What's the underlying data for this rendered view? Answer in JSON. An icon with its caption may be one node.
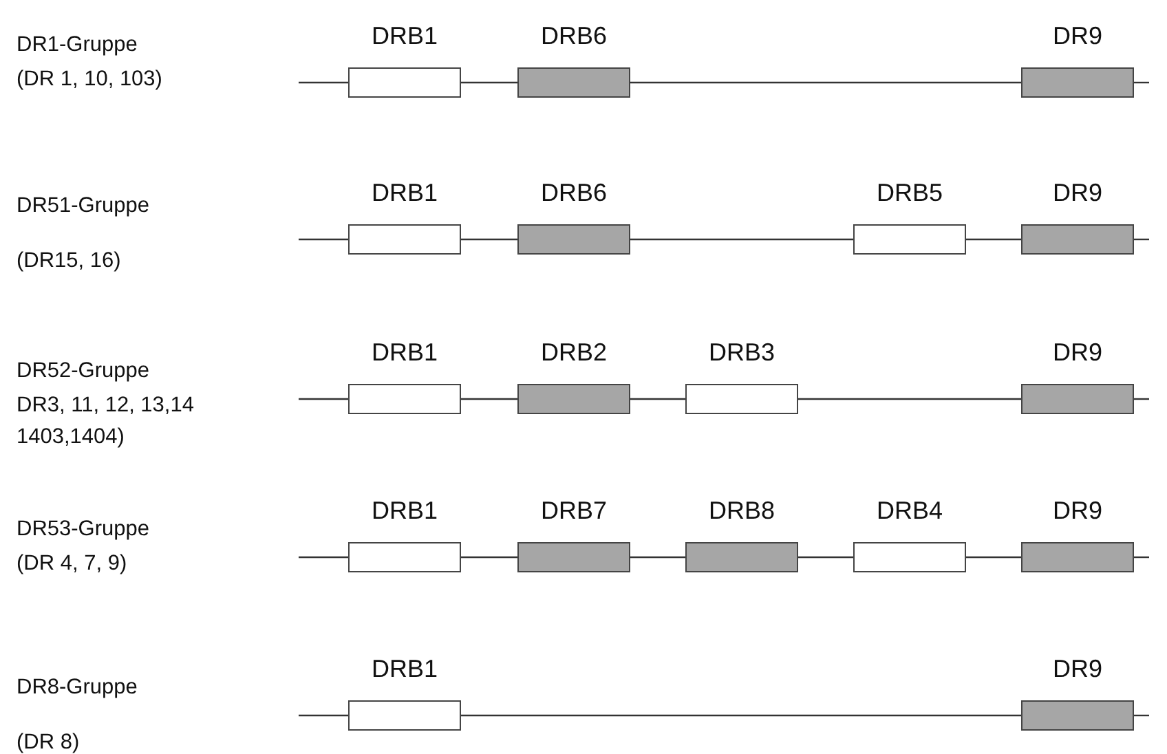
{
  "diagram": {
    "nodes": [
      {
        "text": [
          "DRB1"
        ]
      },
      {
        "text": [
          "DRB6"
        ]
      },
      {
        "text": [
          "DR9"
        ]
      },
      {
        "text": [
          "DRB1"
        ]
      },
      {
        "text": [
          "DRB6"
        ]
      },
      {
        "text": [
          "DRB5"
        ]
      },
      {
        "text": [
          "DR9"
        ]
      },
      {
        "text": [
          "DRB1"
        ]
      },
      {
        "text": [
          "DRB2"
        ]
      },
      {
        "text": [
          "DRB3"
        ]
      },
      {
        "text": [
          "DR9"
        ]
      },
      {
        "text": [
          "DRB1"
        ]
      },
      {
        "text": [
          "DRB7"
        ]
      },
      {
        "text": [
          "DRB8"
        ]
      },
      {
        "text": [
          "DRB4"
        ]
      },
      {
        "text": [
          "DR9"
        ]
      },
      {
        "text": [
          "DRB1"
        ]
      },
      {
        "text": [
          "DR9"
        ]
      }
    ],
    "edges": [
      {
        "from": null,
        "to": 0,
        "arrow": "none"
      },
      {
        "from": 0,
        "to": 1,
        "arrow": "none"
      },
      {
        "from": 1,
        "to": 2,
        "arrow": "none"
      },
      {
        "from": 2,
        "to": null,
        "arrow": "none"
      },
      {
        "from": null,
        "to": 3,
        "arrow": "none"
      },
      {
        "from": 3,
        "to": 4,
        "arrow": "none"
      },
      {
        "from": 4,
        "to": 5,
        "arrow": "none"
      },
      {
        "from": 5,
        "to": 6,
        "arrow": "none"
      },
      {
        "from": 6,
        "to": null,
        "arrow": "none"
      },
      {
        "from": null,
        "to": 7,
        "arrow": "none"
      },
      {
        "from": 7,
        "to": 8,
        "arrow": "none"
      },
      {
        "from": 8,
        "to": 9,
        "arrow": "none"
      },
      {
        "from": 9,
        "to": 10,
        "arrow": "none"
      },
      {
        "from": 10,
        "to": null,
        "arrow": "none"
      },
      {
        "from": null,
        "to": 11,
        "arrow": "none"
      },
      {
        "from": 11,
        "to": 12,
        "arrow": "none"
      },
      {
        "from": 12,
        "to": 13,
        "arrow": "none"
      },
      {
        "from": 13,
        "to": 14,
        "arrow": "none"
      },
      {
        "from": 14,
        "to": 15,
        "arrow": "none"
      },
      {
        "from": 15,
        "to": null,
        "arrow": "none"
      },
      {
        "from": null,
        "to": 16,
        "arrow": "none"
      },
      {
        "from": 16,
        "to": 17,
        "arrow": "none"
      },
      {
        "from": 17,
        "to": null,
        "arrow": "none"
      }
    ],
    "labels": [
      "DR1-Gruppe",
      "(DR 1, 10, 103)",
      "DR51-Gruppe",
      "(DR15, 16)",
      "DR52-Gruppe",
      "DR3, 11, 12, 13,14",
      "1403,1404)",
      "DR53-Gruppe",
      "(DR 4, 7, 9)",
      "DR8-Gruppe",
      "(DR 8)"
    ]
  }
}
